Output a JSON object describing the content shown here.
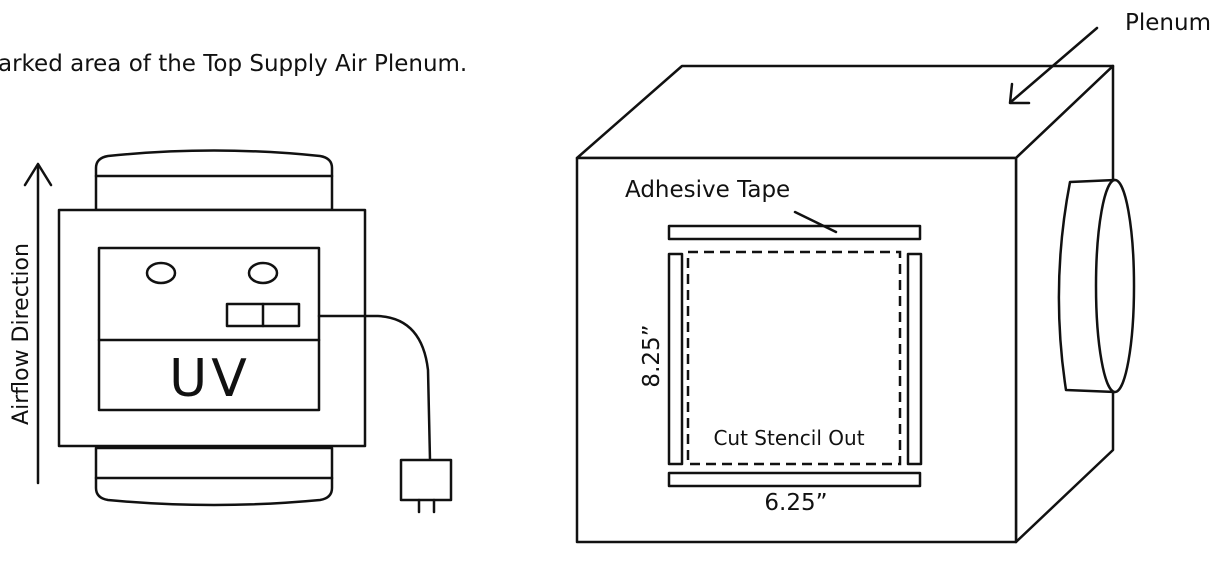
{
  "instruction_text": "arked area of the  Top Supply Air Plenum.",
  "uv_unit": {
    "label": "UV",
    "airflow_label": "Airflow Direction"
  },
  "plenum": {
    "label": "Plenum",
    "adhesive_label": "Adhesive Tape",
    "stencil_label": "Cut Stencil Out",
    "height_dim": "8.25”",
    "width_dim": "6.25”"
  },
  "colors": {
    "line": "#111111",
    "background": "#ffffff"
  }
}
